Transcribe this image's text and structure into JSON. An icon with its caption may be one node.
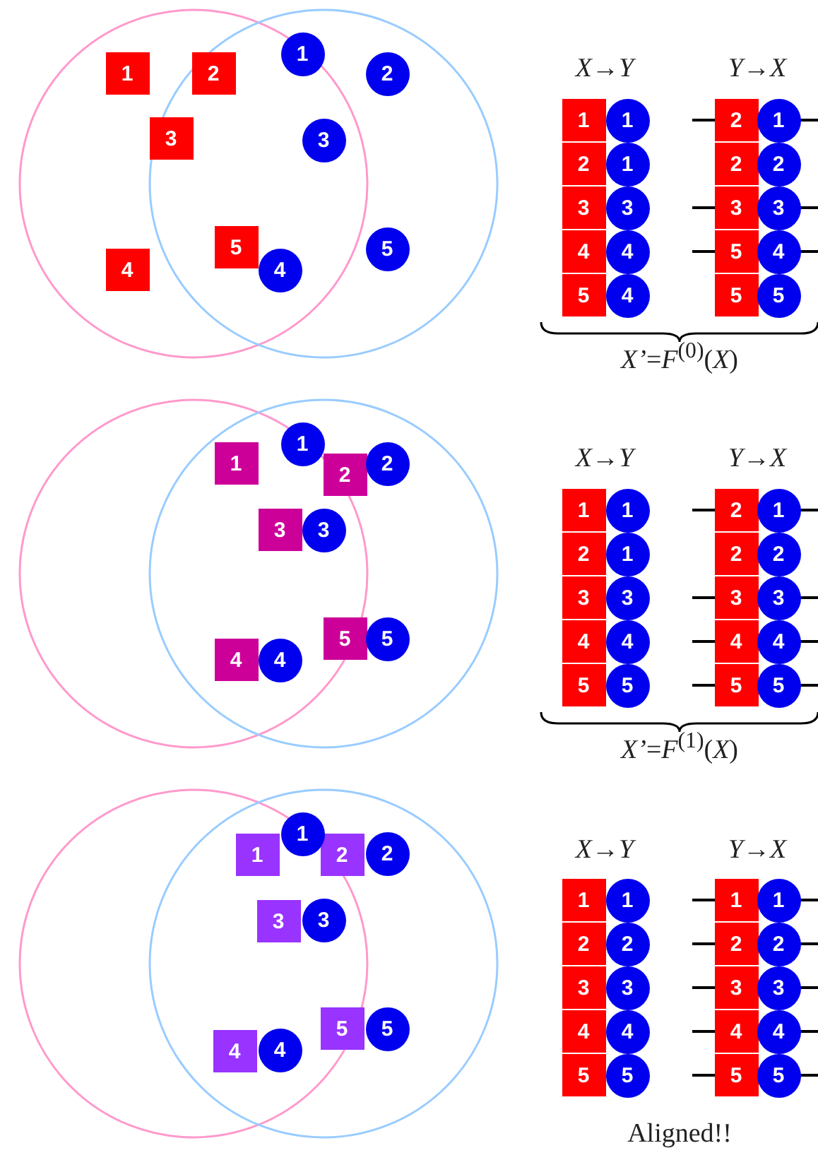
{
  "diagram": {
    "nodes": [
      {
        "text": [
          "1"
        ]
      },
      {
        "text": [
          "2"
        ]
      },
      {
        "text": [
          "3"
        ]
      },
      {
        "text": [
          "4"
        ]
      },
      {
        "text": [
          "5"
        ]
      },
      {
        "text": [
          "1"
        ]
      },
      {
        "text": [
          "2"
        ]
      },
      {
        "text": [
          "3"
        ]
      },
      {
        "text": [
          "4"
        ]
      },
      {
        "text": [
          "5"
        ]
      },
      {
        "text": [
          "1"
        ]
      },
      {
        "text": [
          "1"
        ]
      },
      {
        "text": [
          "2"
        ]
      },
      {
        "text": [
          "1"
        ]
      },
      {
        "text": [
          "3"
        ]
      },
      {
        "text": [
          "3"
        ]
      },
      {
        "text": [
          "4"
        ]
      },
      {
        "text": [
          "4"
        ]
      },
      {
        "text": [
          "5"
        ]
      },
      {
        "text": [
          "4"
        ]
      },
      {
        "text": [
          "2"
        ]
      },
      {
        "text": [
          "1"
        ]
      },
      {
        "text": [
          "2"
        ]
      },
      {
        "text": [
          "2"
        ]
      },
      {
        "text": [
          "3"
        ]
      },
      {
        "text": [
          "3"
        ]
      },
      {
        "text": [
          "5"
        ]
      },
      {
        "text": [
          "4"
        ]
      },
      {
        "text": [
          "5"
        ]
      },
      {
        "text": [
          "5"
        ]
      },
      {
        "text": [
          "1"
        ]
      },
      {
        "text": [
          "2"
        ]
      },
      {
        "text": [
          "3"
        ]
      },
      {
        "text": [
          "4"
        ]
      },
      {
        "text": [
          "5"
        ]
      },
      {
        "text": [
          "1"
        ]
      },
      {
        "text": [
          "2"
        ]
      },
      {
        "text": [
          "3"
        ]
      },
      {
        "text": [
          "4"
        ]
      },
      {
        "text": [
          "5"
        ]
      },
      {
        "text": [
          "1"
        ]
      },
      {
        "text": [
          "1"
        ]
      },
      {
        "text": [
          "2"
        ]
      },
      {
        "text": [
          "1"
        ]
      },
      {
        "text": [
          "3"
        ]
      },
      {
        "text": [
          "3"
        ]
      },
      {
        "text": [
          "4"
        ]
      },
      {
        "text": [
          "4"
        ]
      },
      {
        "text": [
          "5"
        ]
      },
      {
        "text": [
          "5"
        ]
      },
      {
        "text": [
          "2"
        ]
      },
      {
        "text": [
          "1"
        ]
      },
      {
        "text": [
          "2"
        ]
      },
      {
        "text": [
          "2"
        ]
      },
      {
        "text": [
          "3"
        ]
      },
      {
        "text": [
          "3"
        ]
      },
      {
        "text": [
          "4"
        ]
      },
      {
        "text": [
          "4"
        ]
      },
      {
        "text": [
          "5"
        ]
      },
      {
        "text": [
          "5"
        ]
      },
      {
        "text": [
          "1"
        ]
      },
      {
        "text": [
          "2"
        ]
      },
      {
        "text": [
          "3"
        ]
      },
      {
        "text": [
          "4"
        ]
      },
      {
        "text": [
          "5"
        ]
      },
      {
        "text": [
          "1"
        ]
      },
      {
        "text": [
          "2"
        ]
      },
      {
        "text": [
          "3"
        ]
      },
      {
        "text": [
          "4"
        ]
      },
      {
        "text": [
          "5"
        ]
      },
      {
        "text": [
          "1"
        ]
      },
      {
        "text": [
          "1"
        ]
      },
      {
        "text": [
          "2"
        ]
      },
      {
        "text": [
          "2"
        ]
      },
      {
        "text": [
          "3"
        ]
      },
      {
        "text": [
          "3"
        ]
      },
      {
        "text": [
          "4"
        ]
      },
      {
        "text": [
          "4"
        ]
      },
      {
        "text": [
          "5"
        ]
      },
      {
        "text": [
          "5"
        ]
      },
      {
        "text": [
          "1"
        ]
      },
      {
        "text": [
          "1"
        ]
      },
      {
        "text": [
          "2"
        ]
      },
      {
        "text": [
          "2"
        ]
      },
      {
        "text": [
          "3"
        ]
      },
      {
        "text": [
          "3"
        ]
      },
      {
        "text": [
          "4"
        ]
      },
      {
        "text": [
          "4"
        ]
      },
      {
        "text": [
          "5"
        ]
      },
      {
        "text": [
          "5"
        ]
      }
    ],
    "labels": [
      "X→Y",
      "Y→X",
      "*X’*=*F*$^{(0)}$(*X*)",
      "X→Y",
      "Y→X",
      "*X’*=*F*$^{(1)}$(*X*)",
      "X→Y",
      "Y→X",
      "Aligned!!"
    ]
  }
}
